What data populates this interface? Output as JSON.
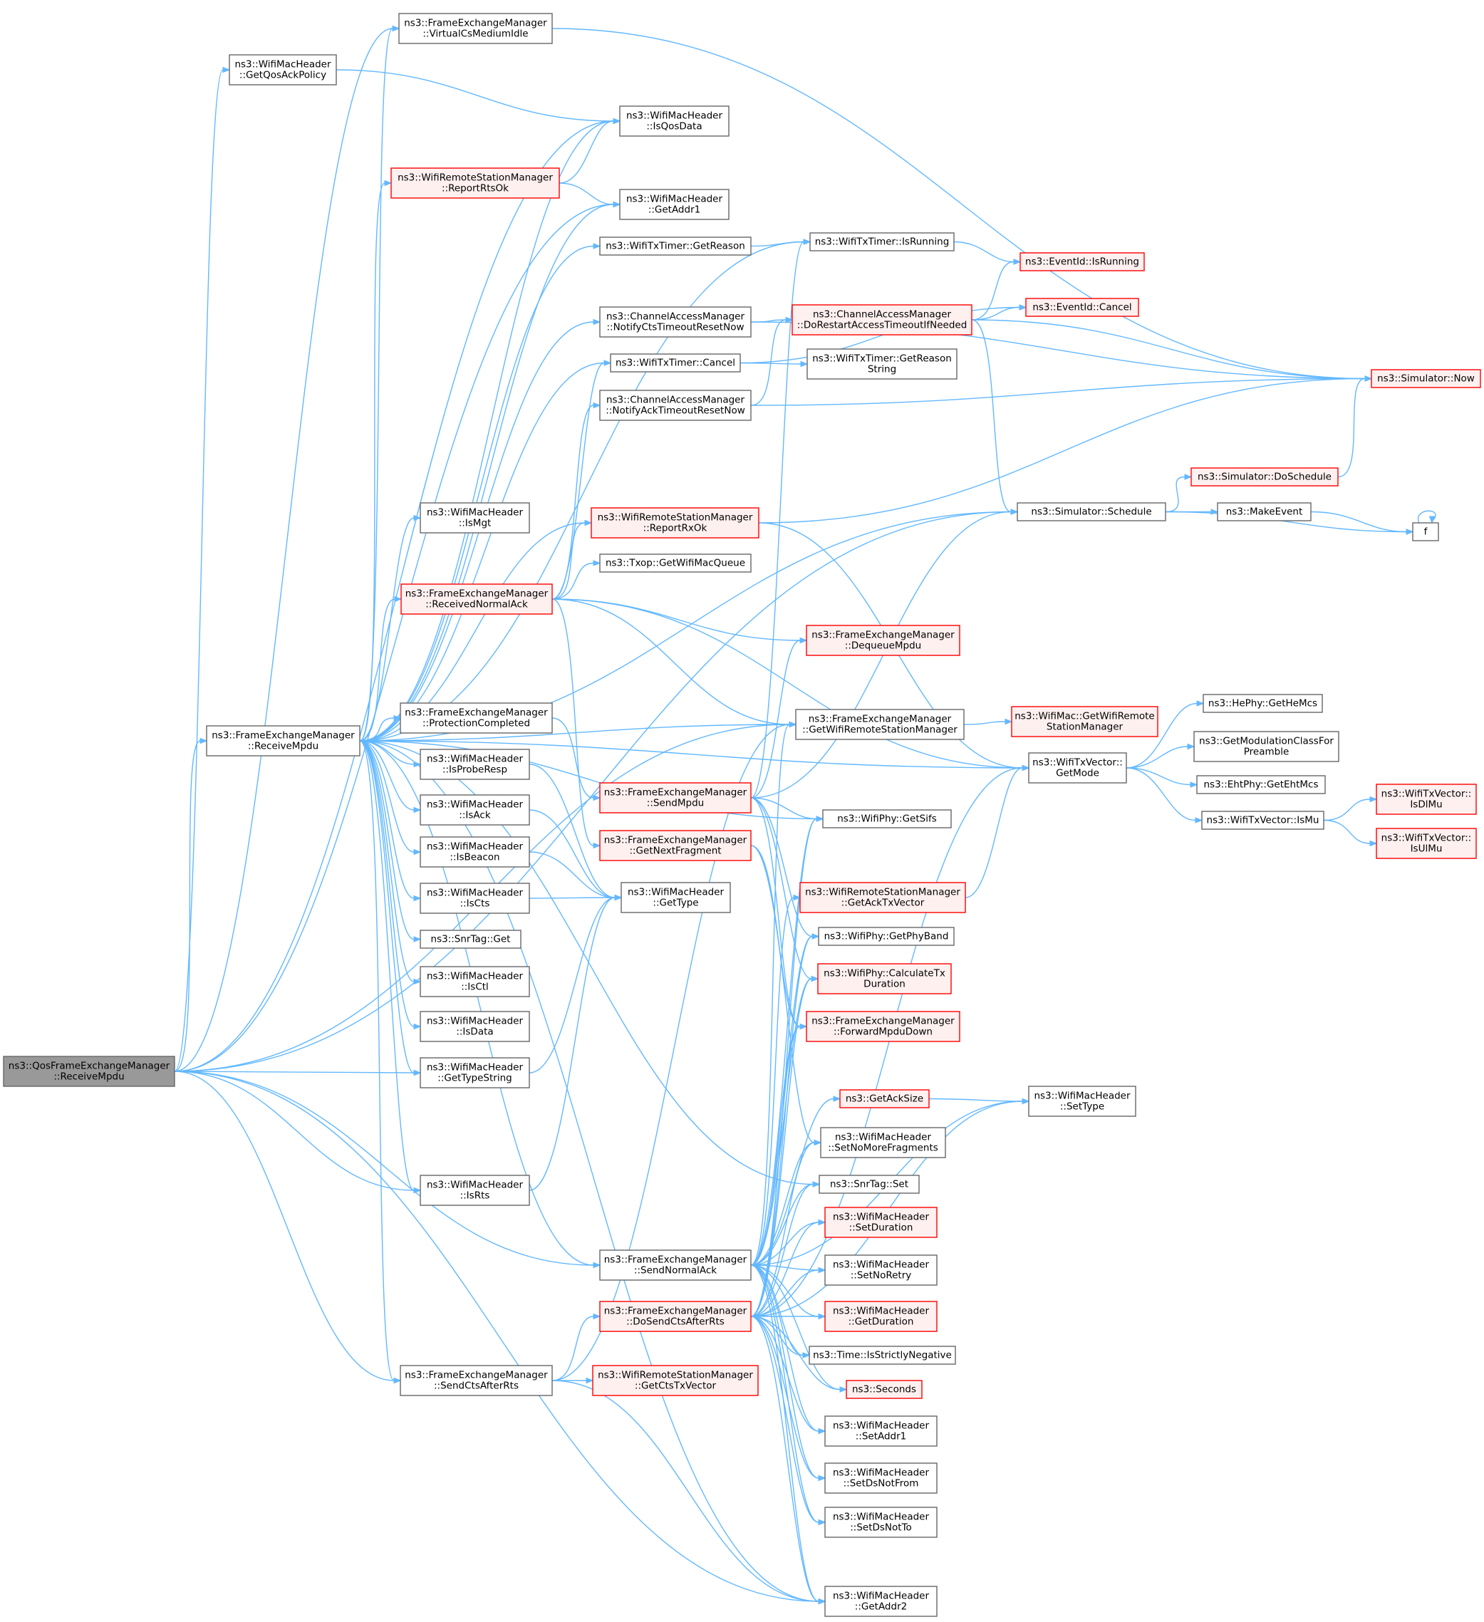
{
  "diagram": {
    "nodes": [
      {
        "id": "root",
        "lines": [
          "ns3::QosFrameExchangeManager",
          "::ReceiveMpdu"
        ],
        "style": "root"
      },
      {
        "id": "fem_receive",
        "lines": [
          "ns3::FrameExchangeManager",
          "::ReceiveMpdu"
        ],
        "style": "normal"
      },
      {
        "id": "vcs",
        "lines": [
          "ns3::FrameExchangeManager",
          "::VirtualCsMediumIdle"
        ],
        "style": "normal"
      },
      {
        "id": "qosack",
        "lines": [
          "ns3::WifiMacHeader",
          "::GetQosAckPolicy"
        ],
        "style": "normal"
      },
      {
        "id": "isqos",
        "lines": [
          "ns3::WifiMacHeader",
          "::IsQosData"
        ],
        "style": "normal"
      },
      {
        "id": "reportrts",
        "lines": [
          "ns3::WifiRemoteStationManager",
          "::ReportRtsOk"
        ],
        "style": "red"
      },
      {
        "id": "getaddr1",
        "lines": [
          "ns3::WifiMacHeader",
          "::GetAddr1"
        ],
        "style": "normal"
      },
      {
        "id": "txtimer_reason",
        "lines": [
          "ns3::WifiTxTimer::GetReason"
        ],
        "style": "normal"
      },
      {
        "id": "txtimer_running",
        "lines": [
          "ns3::WifiTxTimer::IsRunning"
        ],
        "style": "normal"
      },
      {
        "id": "evt_running",
        "lines": [
          "ns3::EventId::IsRunning"
        ],
        "style": "red"
      },
      {
        "id": "evt_cancel",
        "lines": [
          "ns3::EventId::Cancel"
        ],
        "style": "red"
      },
      {
        "id": "cam_cts",
        "lines": [
          "ns3::ChannelAccessManager",
          "::NotifyCtsTimeoutResetNow"
        ],
        "style": "normal"
      },
      {
        "id": "cam_dorestart",
        "lines": [
          "ns3::ChannelAccessManager",
          "::DoRestartAccessTimeoutIfNeeded"
        ],
        "style": "red"
      },
      {
        "id": "txtimer_cancel",
        "lines": [
          "ns3::WifiTxTimer::Cancel"
        ],
        "style": "normal"
      },
      {
        "id": "txtimer_reasonstr",
        "lines": [
          "ns3::WifiTxTimer::GetReason",
          "String"
        ],
        "style": "normal"
      },
      {
        "id": "sim_now",
        "lines": [
          "ns3::Simulator::Now"
        ],
        "style": "red"
      },
      {
        "id": "cam_ack",
        "lines": [
          "ns3::ChannelAccessManager",
          "::NotifyAckTimeoutResetNow"
        ],
        "style": "normal"
      },
      {
        "id": "sim_doschedule",
        "lines": [
          "ns3::Simulator::DoSchedule"
        ],
        "style": "red"
      },
      {
        "id": "ismgt",
        "lines": [
          "ns3::WifiMacHeader",
          "::IsMgt"
        ],
        "style": "normal"
      },
      {
        "id": "reportrx",
        "lines": [
          "ns3::WifiRemoteStationManager",
          "::ReportRxOk"
        ],
        "style": "red"
      },
      {
        "id": "sim_schedule",
        "lines": [
          "ns3::Simulator::Schedule"
        ],
        "style": "normal"
      },
      {
        "id": "makeevent",
        "lines": [
          "ns3::MakeEvent"
        ],
        "style": "normal"
      },
      {
        "id": "f",
        "lines": [
          "f"
        ],
        "style": "normal"
      },
      {
        "id": "txop_queue",
        "lines": [
          "ns3::Txop::GetWifiMacQueue"
        ],
        "style": "normal"
      },
      {
        "id": "recv_normalack",
        "lines": [
          "ns3::FrameExchangeManager",
          "::ReceivedNormalAck"
        ],
        "style": "red"
      },
      {
        "id": "dequeue",
        "lines": [
          "ns3::FrameExchangeManager",
          "::DequeueMpdu"
        ],
        "style": "red"
      },
      {
        "id": "protection",
        "lines": [
          "ns3::FrameExchangeManager",
          "::ProtectionCompleted"
        ],
        "style": "normal"
      },
      {
        "id": "getwrsm",
        "lines": [
          "ns3::FrameExchangeManager",
          "::GetWifiRemoteStationManager"
        ],
        "style": "normal"
      },
      {
        "id": "mac_getwrsm",
        "lines": [
          "ns3::WifiMac::GetWifiRemote",
          "StationManager"
        ],
        "style": "red"
      },
      {
        "id": "hephy",
        "lines": [
          "ns3::HePhy::GetHeMcs"
        ],
        "style": "normal"
      },
      {
        "id": "getmodclass",
        "lines": [
          "ns3::GetModulationClassFor",
          "Preamble"
        ],
        "style": "normal"
      },
      {
        "id": "getmode",
        "lines": [
          "ns3::WifiTxVector::",
          "GetMode"
        ],
        "style": "normal"
      },
      {
        "id": "isproberesp",
        "lines": [
          "ns3::WifiMacHeader",
          "::IsProbeResp"
        ],
        "style": "normal"
      },
      {
        "id": "sendmpdu",
        "lines": [
          "ns3::FrameExchangeManager",
          "::SendMpdu"
        ],
        "style": "red"
      },
      {
        "id": "ehtphy",
        "lines": [
          "ns3::EhtPhy::GetEhtMcs"
        ],
        "style": "normal"
      },
      {
        "id": "isack",
        "lines": [
          "ns3::WifiMacHeader",
          "::IsAck"
        ],
        "style": "normal"
      },
      {
        "id": "getsifs",
        "lines": [
          "ns3::WifiPhy::GetSifs"
        ],
        "style": "normal"
      },
      {
        "id": "ismu",
        "lines": [
          "ns3::WifiTxVector::IsMu"
        ],
        "style": "normal"
      },
      {
        "id": "isdlmu",
        "lines": [
          "ns3::WifiTxVector::",
          "IsDlMu"
        ],
        "style": "red"
      },
      {
        "id": "isbeacon",
        "lines": [
          "ns3::WifiMacHeader",
          "::IsBeacon"
        ],
        "style": "normal"
      },
      {
        "id": "getnextfrag",
        "lines": [
          "ns3::FrameExchangeManager",
          "::GetNextFragment"
        ],
        "style": "red"
      },
      {
        "id": "isulmu",
        "lines": [
          "ns3::WifiTxVector::",
          "IsUlMu"
        ],
        "style": "red"
      },
      {
        "id": "iscts",
        "lines": [
          "ns3::WifiMacHeader",
          "::IsCts"
        ],
        "style": "normal"
      },
      {
        "id": "gettype",
        "lines": [
          "ns3::WifiMacHeader",
          "::GetType"
        ],
        "style": "normal"
      },
      {
        "id": "getacktxvector",
        "lines": [
          "ns3::WifiRemoteStationManager",
          "::GetAckTxVector"
        ],
        "style": "red"
      },
      {
        "id": "snrget",
        "lines": [
          "ns3::SnrTag::Get"
        ],
        "style": "normal"
      },
      {
        "id": "getphyband",
        "lines": [
          "ns3::WifiPhy::GetPhyBand"
        ],
        "style": "normal"
      },
      {
        "id": "isctl",
        "lines": [
          "ns3::WifiMacHeader",
          "::IsCtl"
        ],
        "style": "normal"
      },
      {
        "id": "calctx",
        "lines": [
          "ns3::WifiPhy::CalculateTx",
          "Duration"
        ],
        "style": "red"
      },
      {
        "id": "isdata",
        "lines": [
          "ns3::WifiMacHeader",
          "::IsData"
        ],
        "style": "normal"
      },
      {
        "id": "fwdmpdu",
        "lines": [
          "ns3::FrameExchangeManager",
          "::ForwardMpduDown"
        ],
        "style": "red"
      },
      {
        "id": "gettypestring",
        "lines": [
          "ns3::WifiMacHeader",
          "::GetTypeString"
        ],
        "style": "normal"
      },
      {
        "id": "getacksize",
        "lines": [
          "ns3::GetAckSize"
        ],
        "style": "red"
      },
      {
        "id": "settype",
        "lines": [
          "ns3::WifiMacHeader",
          "::SetType"
        ],
        "style": "normal"
      },
      {
        "id": "setnomorefrag",
        "lines": [
          "ns3::WifiMacHeader",
          "::SetNoMoreFragments"
        ],
        "style": "normal"
      },
      {
        "id": "isrts",
        "lines": [
          "ns3::WifiMacHeader",
          "::IsRts"
        ],
        "style": "normal"
      },
      {
        "id": "snrset",
        "lines": [
          "ns3::SnrTag::Set"
        ],
        "style": "normal"
      },
      {
        "id": "setduration",
        "lines": [
          "ns3::WifiMacHeader",
          "::SetDuration"
        ],
        "style": "red"
      },
      {
        "id": "sendnormalack",
        "lines": [
          "ns3::FrameExchangeManager",
          "::SendNormalAck"
        ],
        "style": "normal"
      },
      {
        "id": "setnoretry",
        "lines": [
          "ns3::WifiMacHeader",
          "::SetNoRetry"
        ],
        "style": "normal"
      },
      {
        "id": "dosendcts",
        "lines": [
          "ns3::FrameExchangeManager",
          "::DoSendCtsAfterRts"
        ],
        "style": "red"
      },
      {
        "id": "getduration",
        "lines": [
          "ns3::WifiMacHeader",
          "::GetDuration"
        ],
        "style": "red"
      },
      {
        "id": "isstrictneg",
        "lines": [
          "ns3::Time::IsStrictlyNegative"
        ],
        "style": "normal"
      },
      {
        "id": "sendctsafterrts",
        "lines": [
          "ns3::FrameExchangeManager",
          "::SendCtsAfterRts"
        ],
        "style": "normal"
      },
      {
        "id": "getctstxvector",
        "lines": [
          "ns3::WifiRemoteStationManager",
          "::GetCtsTxVector"
        ],
        "style": "red"
      },
      {
        "id": "seconds",
        "lines": [
          "ns3::Seconds"
        ],
        "style": "red"
      },
      {
        "id": "setaddr1",
        "lines": [
          "ns3::WifiMacHeader",
          "::SetAddr1"
        ],
        "style": "normal"
      },
      {
        "id": "setdsnotfrom",
        "lines": [
          "ns3::WifiMacHeader",
          "::SetDsNotFrom"
        ],
        "style": "normal"
      },
      {
        "id": "setdsnotto",
        "lines": [
          "ns3::WifiMacHeader",
          "::SetDsNotTo"
        ],
        "style": "normal"
      },
      {
        "id": "getaddr2",
        "lines": [
          "ns3::WifiMacHeader",
          "::GetAddr2"
        ],
        "style": "normal"
      }
    ],
    "edges": [
      [
        "root",
        "vcs"
      ],
      [
        "root",
        "qosack"
      ],
      [
        "root",
        "isqos"
      ],
      [
        "root",
        "getaddr1"
      ],
      [
        "root",
        "sim_schedule"
      ],
      [
        "root",
        "fem_receive"
      ],
      [
        "root",
        "gettypestring"
      ],
      [
        "root",
        "isrts"
      ],
      [
        "root",
        "getwrsm"
      ],
      [
        "root",
        "sendnormalack"
      ],
      [
        "root",
        "sendctsafterrts"
      ],
      [
        "root",
        "getaddr2"
      ],
      [
        "fem_receive",
        "vcs"
      ],
      [
        "fem_receive",
        "isqos"
      ],
      [
        "fem_receive",
        "reportrts"
      ],
      [
        "fem_receive",
        "getaddr1"
      ],
      [
        "fem_receive",
        "txtimer_reason"
      ],
      [
        "fem_receive",
        "txtimer_running"
      ],
      [
        "fem_receive",
        "cam_cts"
      ],
      [
        "fem_receive",
        "txtimer_cancel"
      ],
      [
        "fem_receive",
        "sim_schedule"
      ],
      [
        "fem_receive",
        "ismgt"
      ],
      [
        "fem_receive",
        "reportrx"
      ],
      [
        "fem_receive",
        "recv_normalack"
      ],
      [
        "fem_receive",
        "getwrsm"
      ],
      [
        "fem_receive",
        "getmode"
      ],
      [
        "fem_receive",
        "protection"
      ],
      [
        "fem_receive",
        "isproberesp"
      ],
      [
        "fem_receive",
        "isack"
      ],
      [
        "fem_receive",
        "isbeacon"
      ],
      [
        "fem_receive",
        "iscts"
      ],
      [
        "fem_receive",
        "snrget"
      ],
      [
        "fem_receive",
        "isctl"
      ],
      [
        "fem_receive",
        "isdata"
      ],
      [
        "fem_receive",
        "gettypestring"
      ],
      [
        "fem_receive",
        "isrts"
      ],
      [
        "fem_receive",
        "snrset"
      ],
      [
        "fem_receive",
        "sendnormalack"
      ],
      [
        "fem_receive",
        "sendctsafterrts"
      ],
      [
        "fem_receive",
        "getsifs"
      ],
      [
        "fem_receive",
        "getaddr2"
      ],
      [
        "vcs",
        "sim_now"
      ],
      [
        "qosack",
        "isqos"
      ],
      [
        "reportrts",
        "isqos"
      ],
      [
        "reportrts",
        "getaddr1"
      ],
      [
        "txtimer_reason",
        "txtimer_running"
      ],
      [
        "txtimer_running",
        "evt_running"
      ],
      [
        "cam_cts",
        "cam_dorestart"
      ],
      [
        "cam_cts",
        "sim_now"
      ],
      [
        "cam_dorestart",
        "evt_running"
      ],
      [
        "cam_dorestart",
        "evt_cancel"
      ],
      [
        "cam_dorestart",
        "sim_now"
      ],
      [
        "cam_dorestart",
        "sim_schedule"
      ],
      [
        "txtimer_cancel",
        "evt_cancel"
      ],
      [
        "txtimer_cancel",
        "txtimer_reasonstr"
      ],
      [
        "cam_ack",
        "cam_dorestart"
      ],
      [
        "cam_ack",
        "sim_now"
      ],
      [
        "sim_schedule",
        "sim_doschedule"
      ],
      [
        "sim_schedule",
        "makeevent"
      ],
      [
        "sim_schedule",
        "f"
      ],
      [
        "sim_doschedule",
        "sim_now"
      ],
      [
        "makeevent",
        "f"
      ],
      [
        "f",
        "f"
      ],
      [
        "reportrx",
        "sim_now"
      ],
      [
        "reportrx",
        "getmode"
      ],
      [
        "recv_normalack",
        "txtimer_cancel"
      ],
      [
        "recv_normalack",
        "cam_ack"
      ],
      [
        "recv_normalack",
        "reportrx"
      ],
      [
        "recv_normalack",
        "txop_queue"
      ],
      [
        "recv_normalack",
        "dequeue"
      ],
      [
        "recv_normalack",
        "getwrsm"
      ],
      [
        "recv_normalack",
        "getmode"
      ],
      [
        "recv_normalack",
        "getnextfrag"
      ],
      [
        "protection",
        "sendmpdu"
      ],
      [
        "getwrsm",
        "mac_getwrsm"
      ],
      [
        "getmode",
        "hephy"
      ],
      [
        "getmode",
        "getmodclass"
      ],
      [
        "getmode",
        "ehtphy"
      ],
      [
        "getmode",
        "ismu"
      ],
      [
        "ismu",
        "isdlmu"
      ],
      [
        "ismu",
        "isulmu"
      ],
      [
        "isproberesp",
        "gettype"
      ],
      [
        "isack",
        "gettype"
      ],
      [
        "isbeacon",
        "gettype"
      ],
      [
        "iscts",
        "gettype"
      ],
      [
        "gettypestring",
        "gettype"
      ],
      [
        "isrts",
        "gettype"
      ],
      [
        "sendmpdu",
        "txtimer_running"
      ],
      [
        "sendmpdu",
        "sim_schedule"
      ],
      [
        "sendmpdu",
        "dequeue"
      ],
      [
        "sendmpdu",
        "getsifs"
      ],
      [
        "sendmpdu",
        "fwdmpdu"
      ],
      [
        "sendmpdu",
        "getphyband"
      ],
      [
        "sendmpdu",
        "calctx"
      ],
      [
        "getnextfrag",
        "setnomorefrag"
      ],
      [
        "getnextfrag",
        "fwdmpdu"
      ],
      [
        "getacktxvector",
        "getmode"
      ],
      [
        "getacksize",
        "settype"
      ],
      [
        "sendnormalack",
        "getwrsm"
      ],
      [
        "sendnormalack",
        "getsifs"
      ],
      [
        "sendnormalack",
        "getacktxvector"
      ],
      [
        "sendnormalack",
        "getphyband"
      ],
      [
        "sendnormalack",
        "calctx"
      ],
      [
        "sendnormalack",
        "fwdmpdu"
      ],
      [
        "sendnormalack",
        "getacksize"
      ],
      [
        "sendnormalack",
        "settype"
      ],
      [
        "sendnormalack",
        "setnomorefrag"
      ],
      [
        "sendnormalack",
        "snrset"
      ],
      [
        "sendnormalack",
        "setduration"
      ],
      [
        "sendnormalack",
        "setnoretry"
      ],
      [
        "sendnormalack",
        "getduration"
      ],
      [
        "sendnormalack",
        "isstrictneg"
      ],
      [
        "sendnormalack",
        "seconds"
      ],
      [
        "sendnormalack",
        "setaddr1"
      ],
      [
        "sendnormalack",
        "setdsnotfrom"
      ],
      [
        "sendnormalack",
        "setdsnotto"
      ],
      [
        "sendnormalack",
        "getaddr2"
      ],
      [
        "dosendcts",
        "getmode"
      ],
      [
        "dosendcts",
        "getsifs"
      ],
      [
        "dosendcts",
        "getphyband"
      ],
      [
        "dosendcts",
        "calctx"
      ],
      [
        "dosendcts",
        "fwdmpdu"
      ],
      [
        "dosendcts",
        "settype"
      ],
      [
        "dosendcts",
        "setnomorefrag"
      ],
      [
        "dosendcts",
        "snrset"
      ],
      [
        "dosendcts",
        "setduration"
      ],
      [
        "dosendcts",
        "setnoretry"
      ],
      [
        "dosendcts",
        "getduration"
      ],
      [
        "dosendcts",
        "isstrictneg"
      ],
      [
        "dosendcts",
        "seconds"
      ],
      [
        "dosendcts",
        "setaddr1"
      ],
      [
        "dosendcts",
        "setdsnotfrom"
      ],
      [
        "dosendcts",
        "setdsnotto"
      ],
      [
        "dosendcts",
        "getaddr2"
      ],
      [
        "sendctsafterrts",
        "getwrsm"
      ],
      [
        "sendctsafterrts",
        "dosendcts"
      ],
      [
        "sendctsafterrts",
        "getctstxvector"
      ],
      [
        "sendctsafterrts",
        "getaddr2"
      ]
    ],
    "colors": {
      "edge": "#63b8ff",
      "border_normal": "#666666",
      "border_red": "#ff0000",
      "fill_normal": "#ffffff",
      "fill_red": "#fff0f0",
      "fill_root": "#999999",
      "text": "#000000"
    }
  }
}
